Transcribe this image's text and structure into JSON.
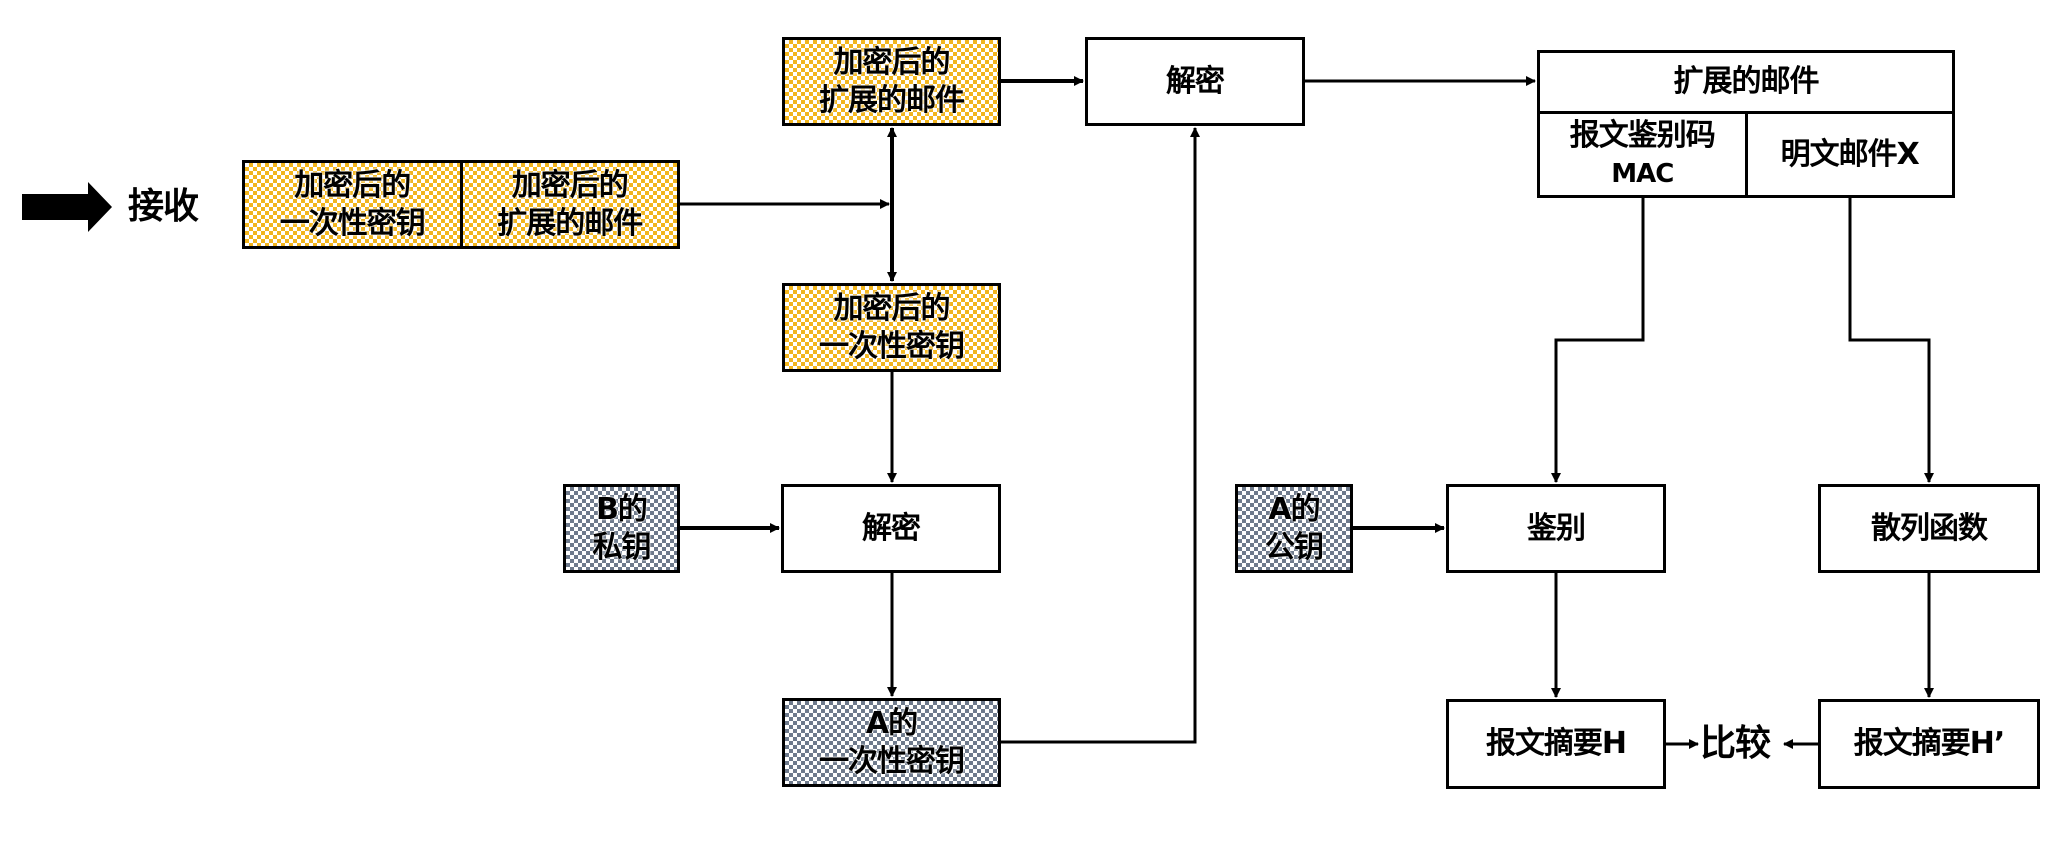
{
  "receive": {
    "label": "接收",
    "arrow_icon": "big-right-arrow"
  },
  "received_package": {
    "left": "加密后的\n一次性密钥",
    "right": "加密后的\n扩展的邮件"
  },
  "encrypted_mail": "加密后的\n扩展的邮件",
  "encrypted_key": "加密后的\n一次性密钥",
  "b_private_key": "B的\n私钥",
  "decrypt_key": "解密",
  "a_one_time_key": "A的\n一次性密钥",
  "decrypt_mail": "解密",
  "extended_mail": {
    "title": "扩展的邮件",
    "mac_line1": "报文鉴别码",
    "mac_line2": "MAC",
    "plaintext": "明文邮件X"
  },
  "a_public_key": "A的\n公钥",
  "authenticate": "鉴别",
  "hash_function": "散列函数",
  "digest_h": "报文摘要H",
  "digest_h_prime": "报文摘要H’",
  "compare": "比较",
  "colors": {
    "encrypted_pattern": "#f2b51d",
    "key_pattern": "#6e7a8c",
    "stroke": "#000000"
  }
}
